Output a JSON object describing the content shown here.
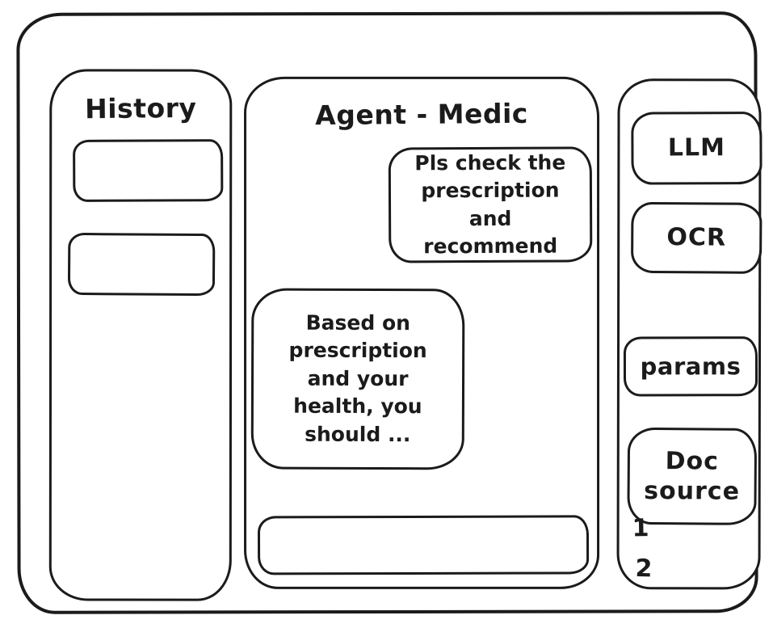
{
  "app": {
    "title": "Agent - Medic"
  },
  "history": {
    "title": "History",
    "items": [
      {
        "label": ""
      },
      {
        "label": ""
      }
    ]
  },
  "chat": {
    "user_message": "Pls check the prescription and recommend",
    "assistant_message": "Based on prescription and your health, you should ...",
    "input_value": "",
    "input_placeholder": ""
  },
  "tools": {
    "llm_label": "LLM",
    "ocr_label": "OCR",
    "params_label": "params",
    "doc_source_label": "Doc source",
    "source_items": [
      "1",
      "2"
    ]
  },
  "colors": {
    "stroke": "#1b1b1b",
    "background": "#ffffff"
  }
}
